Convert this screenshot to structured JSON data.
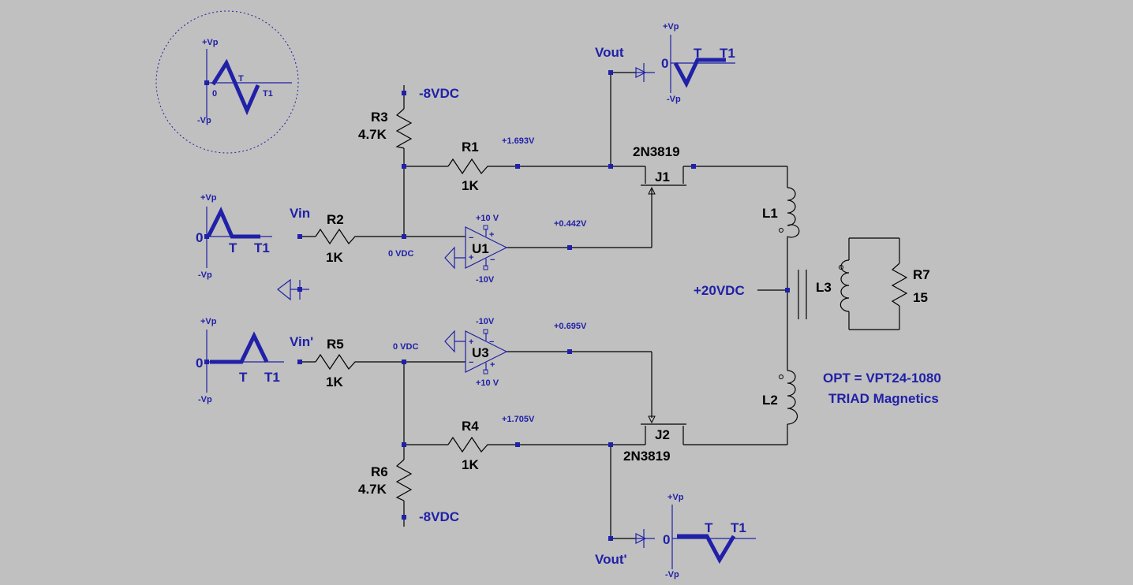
{
  "legend_waveform": {
    "plus": "+Vp",
    "minus": "-Vp",
    "zero": "0",
    "t": "T",
    "t1": "T1"
  },
  "inputs": {
    "vin": {
      "net": "Vin",
      "plus": "+Vp",
      "minus": "-Vp",
      "zero": "0",
      "t": "T",
      "t1": "T1"
    },
    "vin2": {
      "net": "Vin'",
      "plus": "+Vp",
      "minus": "-Vp",
      "zero": "0",
      "t": "T",
      "t1": "T1"
    }
  },
  "outputs": {
    "vout": {
      "net": "Vout",
      "plus": "+Vp",
      "minus": "-Vp",
      "zero": "0",
      "t": "T",
      "t1": "T1"
    },
    "vout2": {
      "net": "Vout'",
      "plus": "+Vp",
      "minus": "-Vp",
      "zero": "0",
      "t": "T",
      "t1": "T1"
    }
  },
  "components": {
    "r1": {
      "ref": "R1",
      "value": "1K"
    },
    "r2": {
      "ref": "R2",
      "value": "1K"
    },
    "r3": {
      "ref": "R3",
      "value": "4.7K"
    },
    "r4": {
      "ref": "R4",
      "value": "1K"
    },
    "r5": {
      "ref": "R5",
      "value": "1K"
    },
    "r6": {
      "ref": "R6",
      "value": "4.7K"
    },
    "r7": {
      "ref": "R7",
      "value": "15"
    },
    "u1": {
      "ref": "U1",
      "vpos": "+10 V",
      "vneg": "-10V"
    },
    "u3": {
      "ref": "U3",
      "vpos": "+10 V",
      "vneg": "-10V"
    },
    "j1": {
      "ref": "J1",
      "part": "2N3819"
    },
    "j2": {
      "ref": "J2",
      "part": "2N3819"
    },
    "l1": {
      "ref": "L1"
    },
    "l2": {
      "ref": "L2"
    },
    "l3": {
      "ref": "L3"
    }
  },
  "supplies": {
    "neg8_top": "-8VDC",
    "neg8_bottom": "-8VDC",
    "pos20": "+20VDC"
  },
  "node_voltages": {
    "n_r1": "+1.693V",
    "n_u1_out": "+0.442V",
    "n_u1_in": "0 VDC",
    "n_u3_in": "0 VDC",
    "n_u3_out": "+0.695V",
    "n_r4": "+1.705V"
  },
  "note": {
    "line1": "OPT = VPT24-1080",
    "line2": "TRIAD Magnetics"
  },
  "colors": {
    "background": "#c0c0c0",
    "wire": "#000000",
    "accent": "#2020a8"
  }
}
